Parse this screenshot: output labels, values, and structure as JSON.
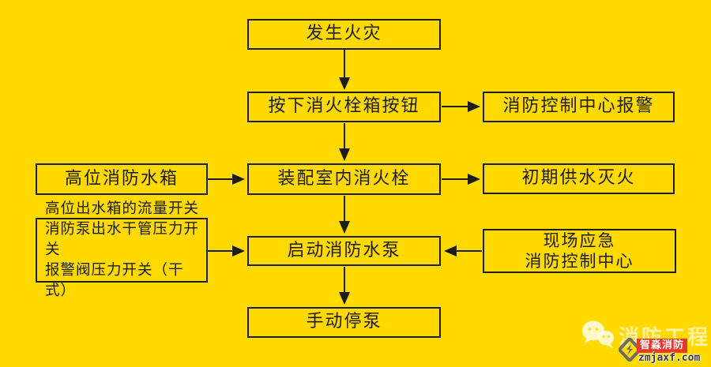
{
  "canvas": {
    "bg_color": "#FFD900",
    "line_color": "#1d1d1d",
    "text_color": "#1c1c1c"
  },
  "nodes": {
    "fire_occurs": {
      "label": "发生火灾"
    },
    "press_hydrant_button": {
      "label": "按下消火栓箱按钮"
    },
    "control_center_alarm": {
      "label": "消防控制中心报警"
    },
    "high_level_tank": {
      "label": "高位消防水箱"
    },
    "indoor_hydrant": {
      "label": "装配室内消火栓"
    },
    "initial_water_supply": {
      "label": "初期供水灭火"
    },
    "switch_signals": {
      "lines": [
        "高位出水箱的流量开关",
        "消防泵出水干管压力开关",
        "报警阀压力开关（干式）"
      ]
    },
    "start_fire_pump": {
      "label": "启动消防水泵"
    },
    "onsite_emergency": {
      "lines": [
        "现场应急",
        "消防控制中心"
      ]
    },
    "manual_pump_stop": {
      "label": "手动停泵"
    }
  },
  "watermark": {
    "brand_text": "消防工程",
    "badge_text": "智淼消防",
    "site_text": "zmjaxf.com",
    "badge_bg": "#E8382C",
    "icons": [
      "wechat-bubbles-icon",
      "diamond-logo-icon"
    ]
  }
}
